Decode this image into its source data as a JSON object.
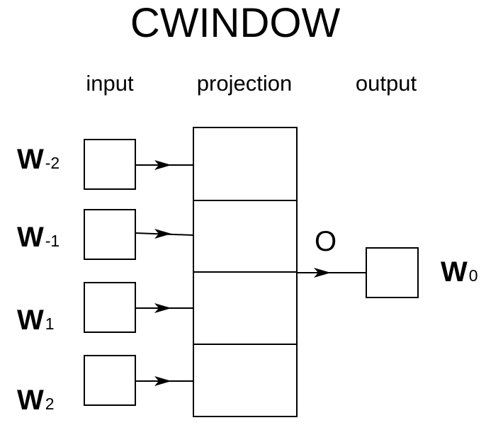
{
  "title": "CWINDOW",
  "columns": {
    "input": "input",
    "projection": "projection",
    "output": "output"
  },
  "inputs": [
    {
      "word": "W",
      "subscript": "-2"
    },
    {
      "word": "W",
      "subscript": "-1"
    },
    {
      "word": "W",
      "subscript": "1"
    },
    {
      "word": "W",
      "subscript": "2"
    }
  ],
  "hidden_label": "O",
  "output": {
    "word": "W",
    "subscript": "0"
  }
}
